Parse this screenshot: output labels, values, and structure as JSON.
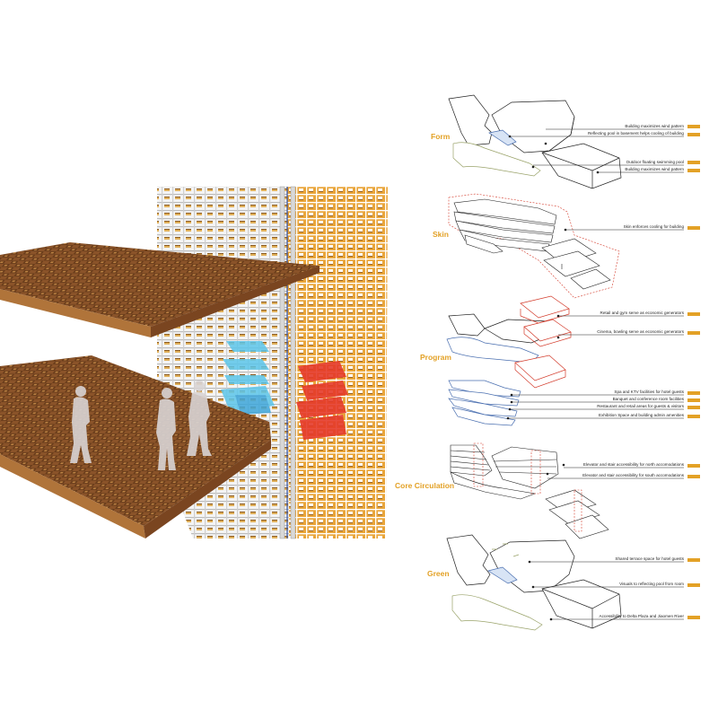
{
  "colors": {
    "accent": "#e3a126",
    "wood_dark": "#5a3417",
    "wood_mid": "#8a5329",
    "wood_light": "#b5793d",
    "glass_blue": "#5cc6ea",
    "program_red": "#e53a2a",
    "outline_blue": "#4a6fb0",
    "outline_green": "#9aa36a",
    "line": "#222222"
  },
  "sections": [
    {
      "title": "Form",
      "annotations": [
        {
          "text": "Building maximizes wind pattern"
        },
        {
          "text": "Reflecting pool in basement helps cooling of building"
        },
        {
          "text": "Outdoor floating swimming pool"
        },
        {
          "text": "Building maximizes wind pattern"
        }
      ]
    },
    {
      "title": "Skin",
      "annotations": [
        {
          "text": "Skin enforces cooling for building"
        }
      ]
    },
    {
      "title": "Program",
      "annotations": [
        {
          "text": "Retail and gym serve as economic generators"
        },
        {
          "text": "Cinema, bowling serve as economic generators"
        },
        {
          "text": "Spa and KTV facilities for hotel guests"
        },
        {
          "text": "Banquet and conference room facilities"
        },
        {
          "text": "Restaurant and retail areas for guests & visitors"
        },
        {
          "text": "Exhibition Space and building admin amenities"
        }
      ]
    },
    {
      "title": "Core Circulation",
      "annotations": [
        {
          "text": "Elevator and stair accessibility for north accomodations"
        },
        {
          "text": "Elevator and stair accessibility for south accomodations"
        }
      ]
    },
    {
      "title": "Green",
      "annotations": [
        {
          "text": "Shared terrace space for hotel guests"
        },
        {
          "text": "Visuals to reflecting pool from room"
        },
        {
          "text": "Accessibility to Delta Plaza and Jiaomen River"
        }
      ]
    }
  ]
}
